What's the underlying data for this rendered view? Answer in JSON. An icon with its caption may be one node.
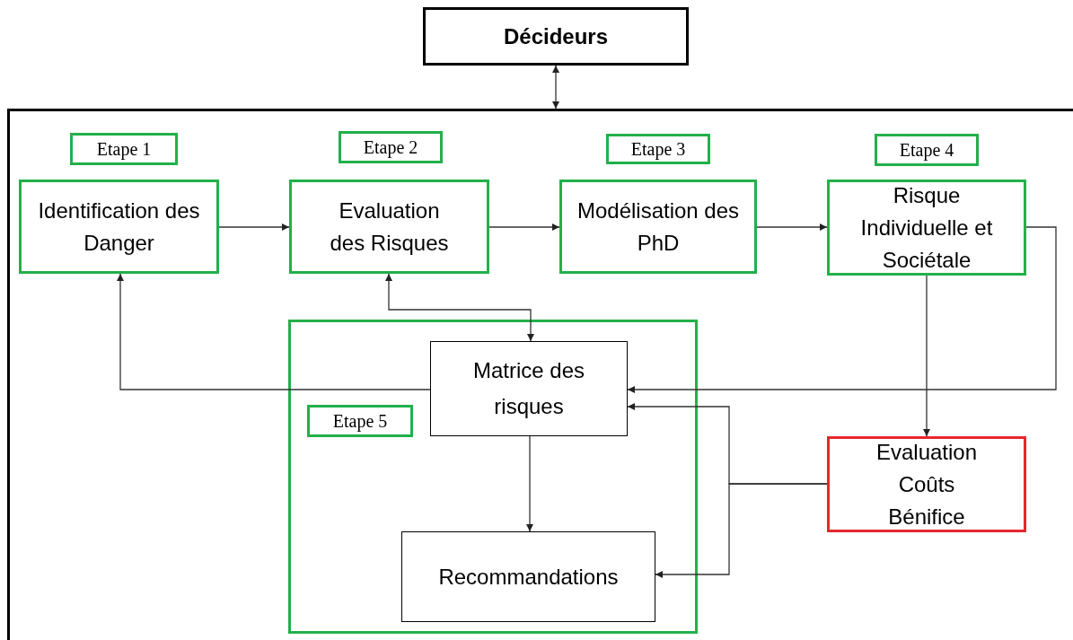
{
  "diagram": {
    "nodes": [
      {
        "text": [
          "Décideurs"
        ]
      },
      {
        "text": [],
        "shape": "box"
      },
      {
        "text": [
          "Etape 1"
        ],
        "in": 1
      },
      {
        "text": [
          "Identification des Danger"
        ],
        "in": 1
      },
      {
        "text": [
          "Etape 2"
        ],
        "in": 1
      },
      {
        "text": [
          "Evaluation des Risques"
        ],
        "in": 1
      },
      {
        "text": [
          "Etape 3"
        ],
        "in": 1
      },
      {
        "text": [
          "Modélisation des PhD"
        ],
        "in": 1
      },
      {
        "text": [
          "Etape 4"
        ],
        "in": 1
      },
      {
        "text": [
          "Risque Individuelle et Sociétale"
        ],
        "in": 1
      },
      {
        "text": [],
        "shape": "box",
        "in": 1
      },
      {
        "text": [
          "Matrice des risques"
        ],
        "in": 10
      },
      {
        "text": [
          "Etape 5"
        ],
        "in": 10
      },
      {
        "text": [
          "Recommandations"
        ],
        "in": 10
      },
      {
        "text": [
          "Evaluation Coûts Bénifice"
        ],
        "in": 1
      }
    ],
    "edges": [
      {
        "from": 0,
        "to": 1,
        "arrow": "both"
      },
      {
        "from": 3,
        "to": 5,
        "arrow": "to"
      },
      {
        "from": 5,
        "to": 7,
        "arrow": "to"
      },
      {
        "from": 7,
        "to": 9,
        "arrow": "to"
      },
      {
        "from": 11,
        "to": 3,
        "arrow": "to"
      },
      {
        "from": 5,
        "to": 11,
        "arrow": "both"
      },
      {
        "from": 9,
        "to": 11,
        "arrow": "to"
      },
      {
        "from": 9,
        "to": 14,
        "arrow": "to"
      },
      {
        "from": 11,
        "to": 13,
        "arrow": "to"
      },
      {
        "from": 14,
        "to": 11,
        "arrow": "to"
      },
      {
        "from": 14,
        "to": 13,
        "arrow": "to"
      }
    ]
  }
}
